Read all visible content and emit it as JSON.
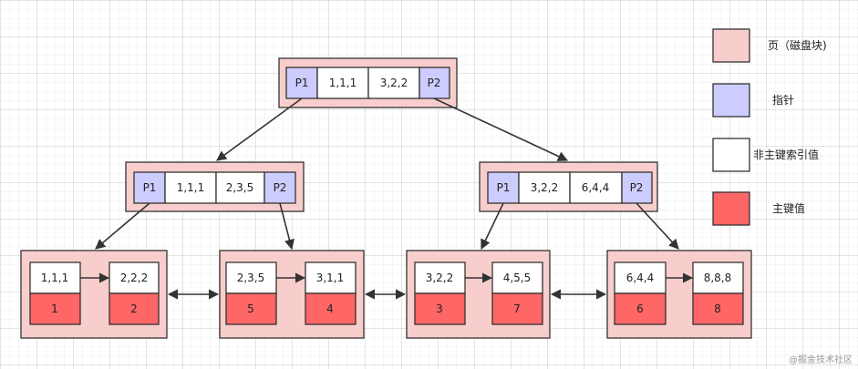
{
  "tree": {
    "root": {
      "left_ptr": "P1",
      "keys": [
        "1,1,1",
        "3,2,2"
      ],
      "right_ptr": "P2"
    },
    "internal_left": {
      "left_ptr": "P1",
      "keys": [
        "1,1,1",
        "2,3,5"
      ],
      "right_ptr": "P2"
    },
    "internal_right": {
      "left_ptr": "P1",
      "keys": [
        "3,2,2",
        "6,4,4"
      ],
      "right_ptr": "P2"
    },
    "leaves": [
      {
        "entries": [
          {
            "key": "1,1,1",
            "pk": "1"
          },
          {
            "key": "2,2,2",
            "pk": "2"
          }
        ]
      },
      {
        "entries": [
          {
            "key": "2,3,5",
            "pk": "5"
          },
          {
            "key": "3,1,1",
            "pk": "4"
          }
        ]
      },
      {
        "entries": [
          {
            "key": "3,2,2",
            "pk": "3"
          },
          {
            "key": "4,5,5",
            "pk": "7"
          }
        ]
      },
      {
        "entries": [
          {
            "key": "6,4,4",
            "pk": "6"
          },
          {
            "key": "8,8,8",
            "pk": "8"
          }
        ]
      }
    ]
  },
  "legend": {
    "page": "页（磁盘块)",
    "pointer": "指针",
    "index_value": "非主键索引值",
    "primary_key": "主键值"
  },
  "colors": {
    "page": "#f8cecc",
    "pointer": "#ccccff",
    "index_value": "#ffffff",
    "primary_key": "#ff6666"
  },
  "watermark": "@掘金技术社区"
}
